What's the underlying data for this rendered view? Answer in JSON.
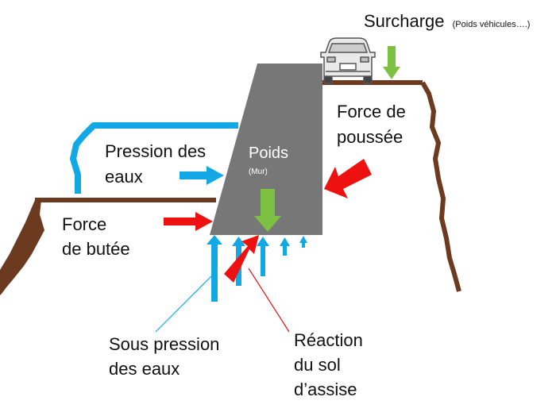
{
  "labels": {
    "surcharge": "Surcharge",
    "surcharge_note": "(Poids véhicules….)",
    "pression_line1": "Pression des",
    "pression_line2": "eaux",
    "poids": "Poids",
    "poids_note": "(Mur)",
    "poussee_line1": "Force de",
    "poussee_line2": "poussée",
    "butee_line1": "Force",
    "butee_line2": "de butée",
    "sous_pression_line1": "Sous pression",
    "sous_pression_line2": "des eaux",
    "reaction_line1": "Réaction",
    "reaction_line2": "du sol",
    "reaction_line3": "d’assise"
  },
  "colors": {
    "soil": "#6b3a1f",
    "water": "#12a8e6",
    "wall": "#777777",
    "red_force": "#ee1111",
    "green_force": "#7cc142",
    "car_body": "#e9e9e9",
    "car_outline": "#555555"
  }
}
